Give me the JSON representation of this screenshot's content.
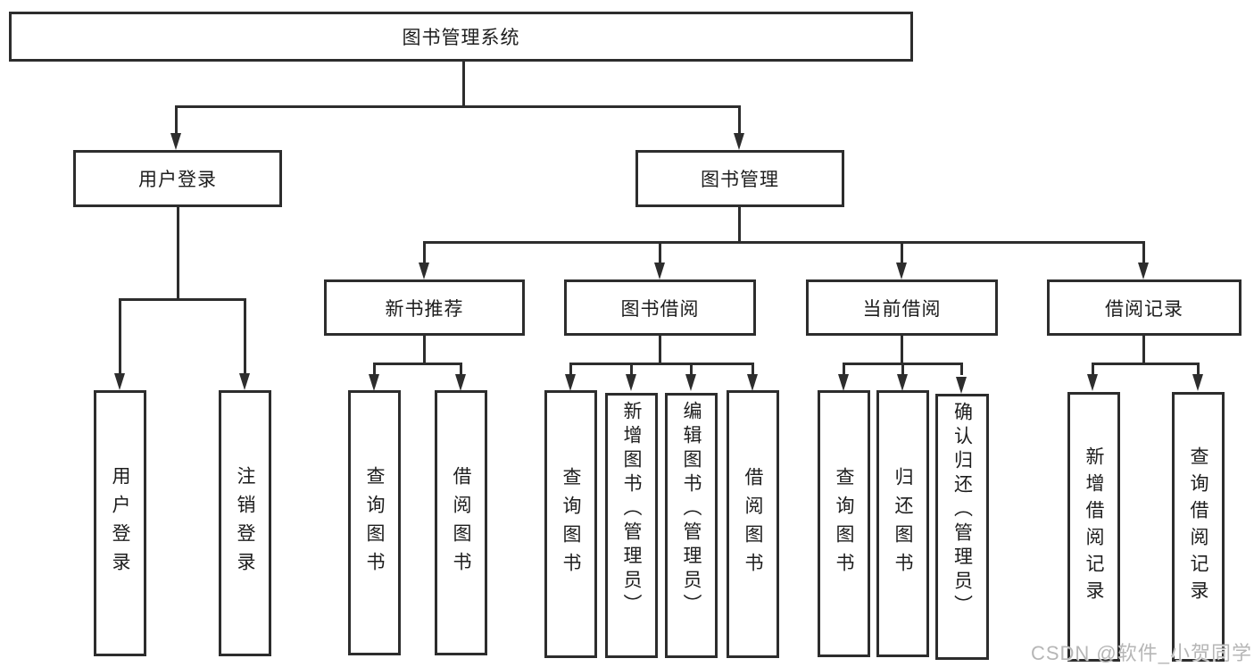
{
  "diagram": {
    "root": "图书管理系统",
    "level2": [
      "用户登录",
      "图书管理"
    ],
    "level3": [
      "新书推荐",
      "图书借阅",
      "当前借阅",
      "借阅记录"
    ],
    "leaves": {
      "user_login": [
        "用户登录",
        "注销登录"
      ],
      "new_book": [
        "查询图书",
        "借阅图书"
      ],
      "book_borrow": [
        "查询图书",
        "新增图书（管理员）",
        "编辑图书（管理员）",
        "借阅图书"
      ],
      "current_borrow": [
        "查询图书",
        "归还图书",
        "确认归还（管理员）"
      ],
      "borrow_record": [
        "新增借阅记录",
        "查询借阅记录"
      ]
    }
  },
  "watermark": {
    "text": "CSDN @软件_小贺同学"
  },
  "colors": {
    "line": "#2d2d2d",
    "text": "#1d1d1d",
    "watermark": "#b6b6b6",
    "background": "#ffffff"
  }
}
